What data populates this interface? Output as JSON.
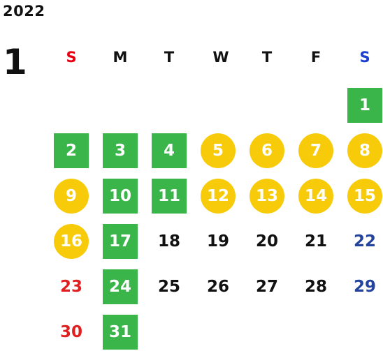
{
  "calendar": {
    "year": "2022",
    "month": "1",
    "weekdays": [
      "S",
      "M",
      "T",
      "W",
      "T",
      "F",
      "S"
    ],
    "colors": {
      "highlight_green": "#3ab54a",
      "highlight_yellow": "#f7cb0a",
      "sunday": "#e02020",
      "saturday": "#23439c"
    },
    "days": [
      {
        "label": "1",
        "style": "green"
      },
      {
        "label": "2",
        "style": "green"
      },
      {
        "label": "3",
        "style": "green"
      },
      {
        "label": "4",
        "style": "green"
      },
      {
        "label": "5",
        "style": "yellow"
      },
      {
        "label": "6",
        "style": "yellow"
      },
      {
        "label": "7",
        "style": "yellow"
      },
      {
        "label": "8",
        "style": "yellow"
      },
      {
        "label": "9",
        "style": "yellow"
      },
      {
        "label": "10",
        "style": "green"
      },
      {
        "label": "11",
        "style": "green"
      },
      {
        "label": "12",
        "style": "yellow"
      },
      {
        "label": "13",
        "style": "yellow"
      },
      {
        "label": "14",
        "style": "yellow"
      },
      {
        "label": "15",
        "style": "yellow"
      },
      {
        "label": "16",
        "style": "yellow"
      },
      {
        "label": "17",
        "style": "green"
      },
      {
        "label": "18",
        "style": "plain"
      },
      {
        "label": "19",
        "style": "plain"
      },
      {
        "label": "20",
        "style": "plain"
      },
      {
        "label": "21",
        "style": "plain"
      },
      {
        "label": "22",
        "style": "plain"
      },
      {
        "label": "23",
        "style": "plain"
      },
      {
        "label": "24",
        "style": "green"
      },
      {
        "label": "25",
        "style": "plain"
      },
      {
        "label": "26",
        "style": "plain"
      },
      {
        "label": "27",
        "style": "plain"
      },
      {
        "label": "28",
        "style": "plain"
      },
      {
        "label": "29",
        "style": "plain"
      },
      {
        "label": "30",
        "style": "plain"
      },
      {
        "label": "31",
        "style": "green"
      }
    ]
  }
}
